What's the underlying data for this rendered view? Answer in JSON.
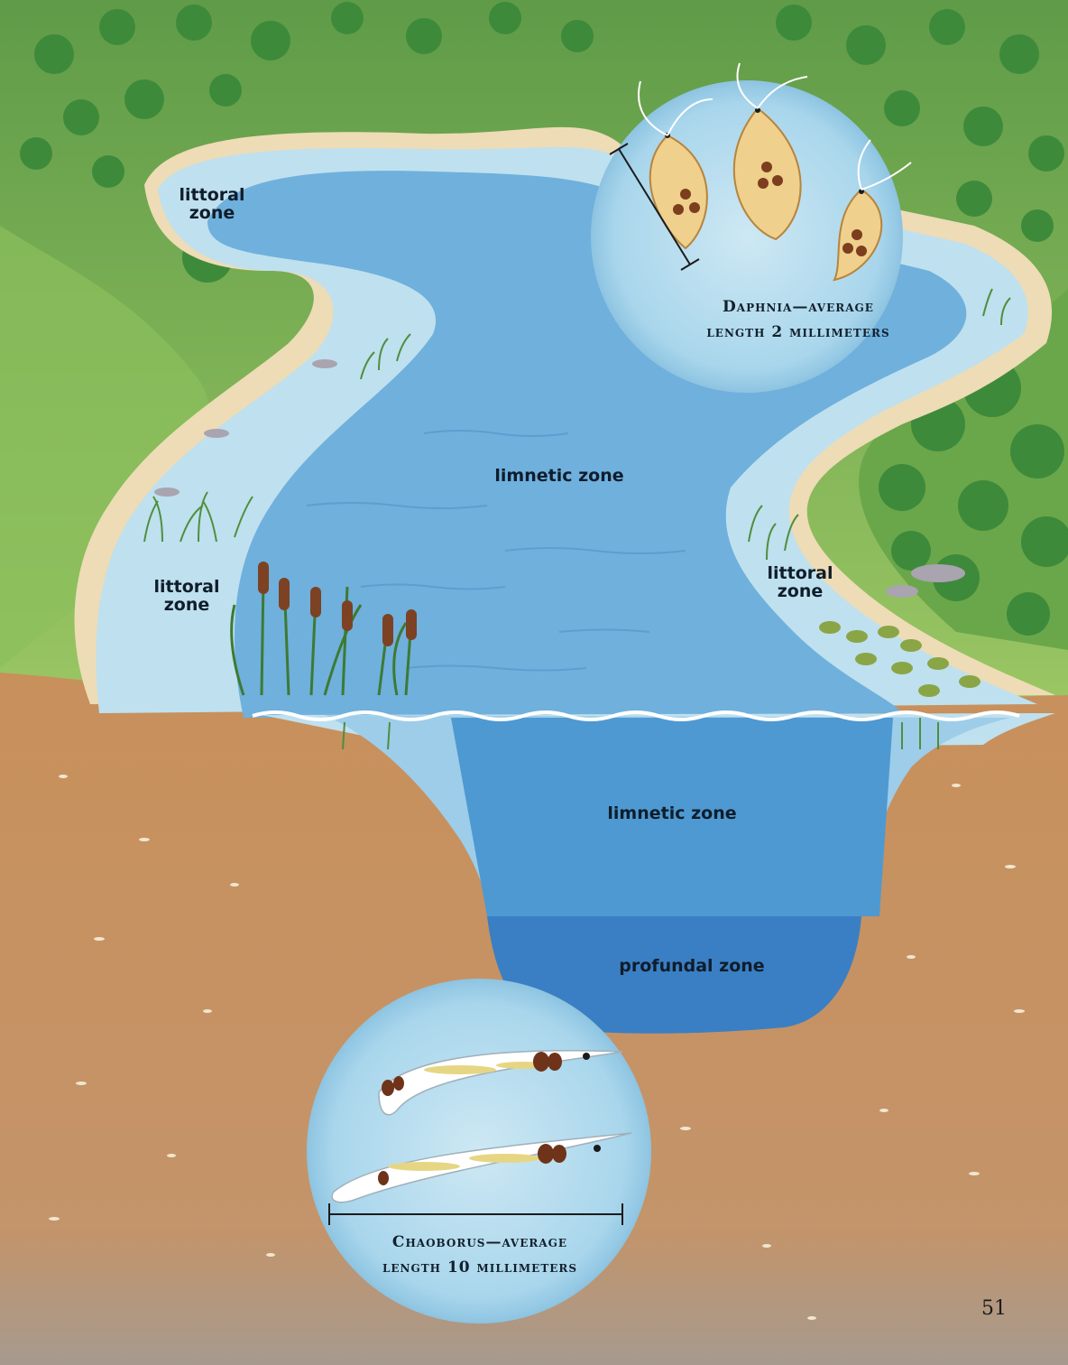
{
  "labels": {
    "littoral_top_left": [
      "littoral",
      "zone"
    ],
    "littoral_mid_left": [
      "littoral",
      "zone"
    ],
    "littoral_right": [
      "littoral",
      "zone"
    ],
    "limnetic_surface": "limnetic zone",
    "limnetic_cross_section": "limnetic zone",
    "profundal": "profundal zone"
  },
  "insets": {
    "daphnia": {
      "caption_line1": "Daphnia—average",
      "caption_line2": "length 2 millimeters"
    },
    "chaoborus": {
      "caption_line1": "Chaoborus—average",
      "caption_line2": "length 10 millimeters"
    }
  },
  "page_number": "51",
  "colors": {
    "grass": "#7fb555",
    "tree": "#3f8a3c",
    "sand": "#eedfbd",
    "shallow_water": "#bfe0ee",
    "surface_water": "#6eb0dc",
    "limnetic_cross": "#4f99d2",
    "profundal": "#3b80c4",
    "soil": "#c9925f",
    "inset_water": "#b5dced",
    "label_text": "#0f1d2b"
  }
}
